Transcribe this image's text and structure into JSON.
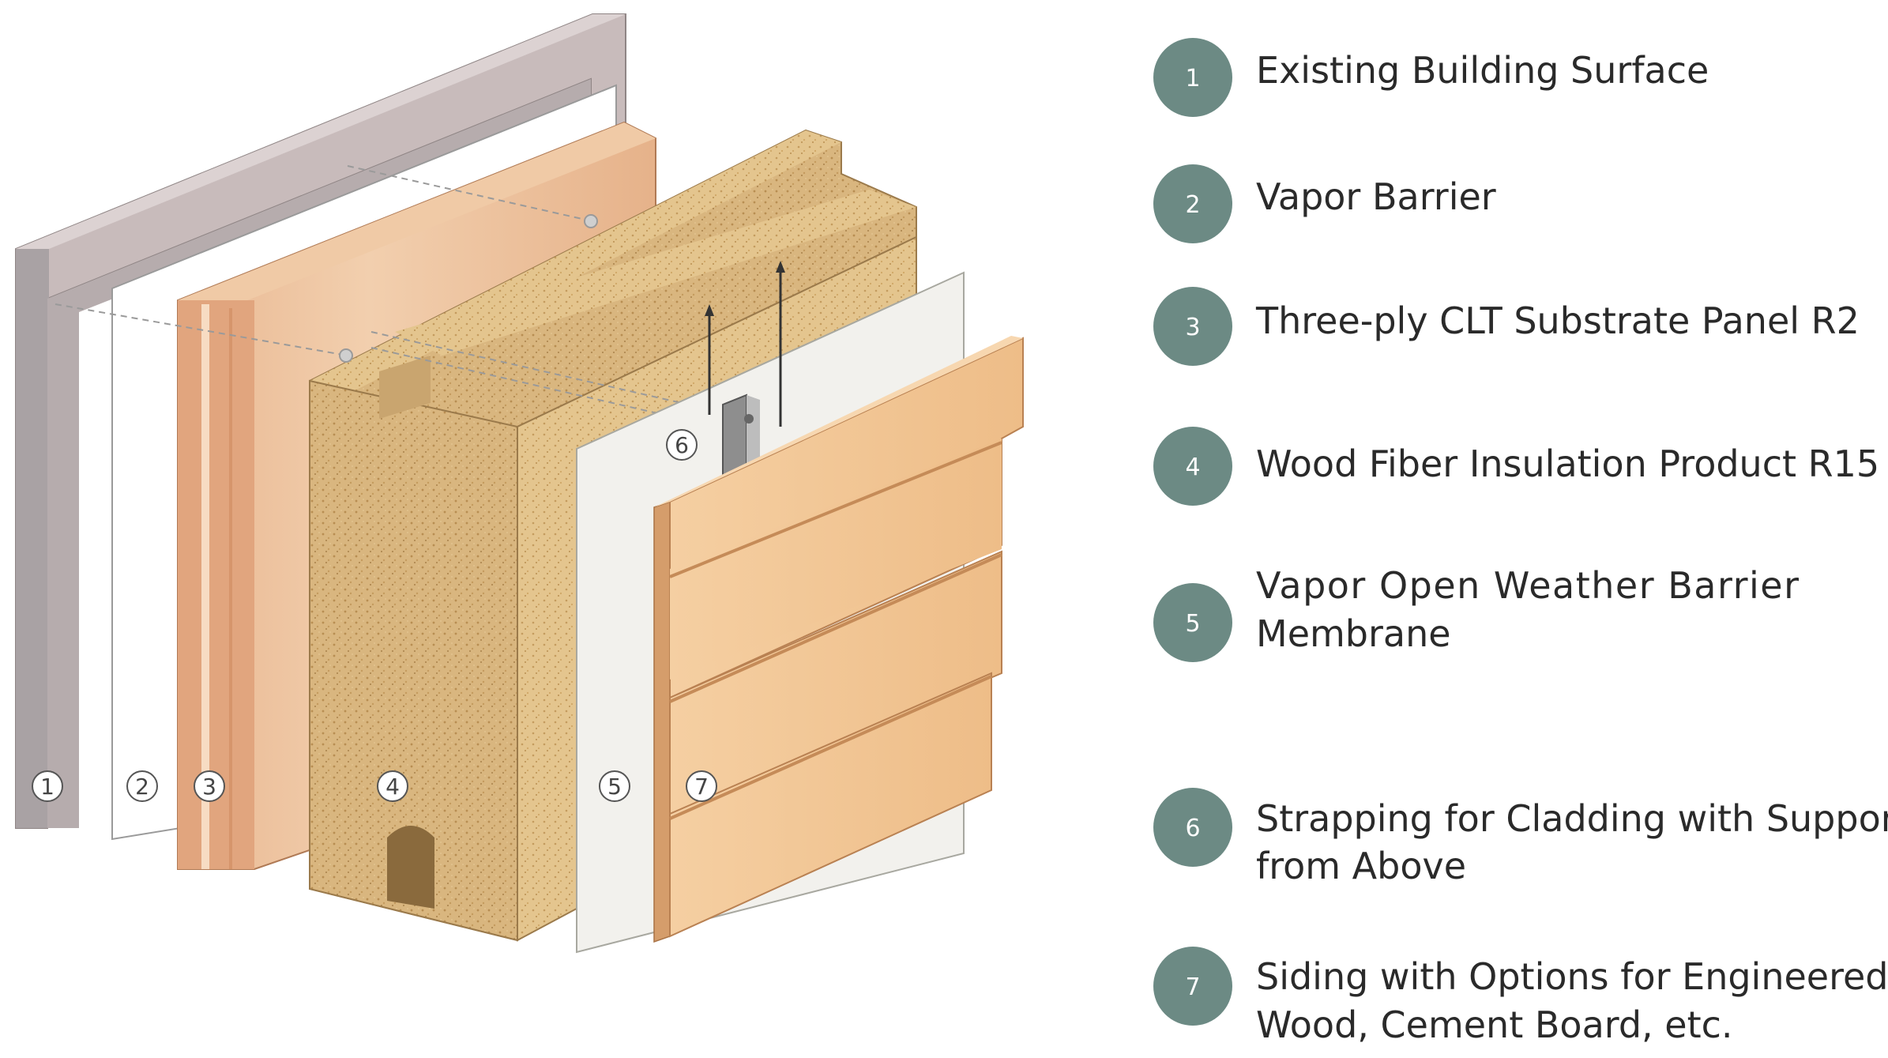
{
  "colors": {
    "legend_circle": "#6c8a84",
    "existing_surface": "#c9bcbc",
    "clt": "#e7b48e",
    "insulation": "#d8b57e",
    "membrane": "#f1f0ec",
    "siding": "#efc18e",
    "strap": "#8c8c8c"
  },
  "diagram_tags": [
    "1",
    "2",
    "3",
    "4",
    "5",
    "6",
    "7"
  ],
  "legend": [
    {
      "num": "1",
      "lines": [
        "Existing Building Surface"
      ]
    },
    {
      "num": "2",
      "lines": [
        "Vapor Barrier"
      ]
    },
    {
      "num": "3",
      "lines": [
        "Three-ply CLT Substrate Panel R2"
      ]
    },
    {
      "num": "4",
      "lines": [
        "Wood Fiber Insulation Product R15"
      ]
    },
    {
      "num": "5",
      "lines": [
        "Vapor Open Weather Barrier",
        "Membrane"
      ]
    },
    {
      "num": "6",
      "lines": [
        "Strapping for Cladding with Support",
        "from Above"
      ]
    },
    {
      "num": "7",
      "lines": [
        "Siding with Options for Engineered",
        "Wood, Cement Board, etc."
      ]
    }
  ]
}
